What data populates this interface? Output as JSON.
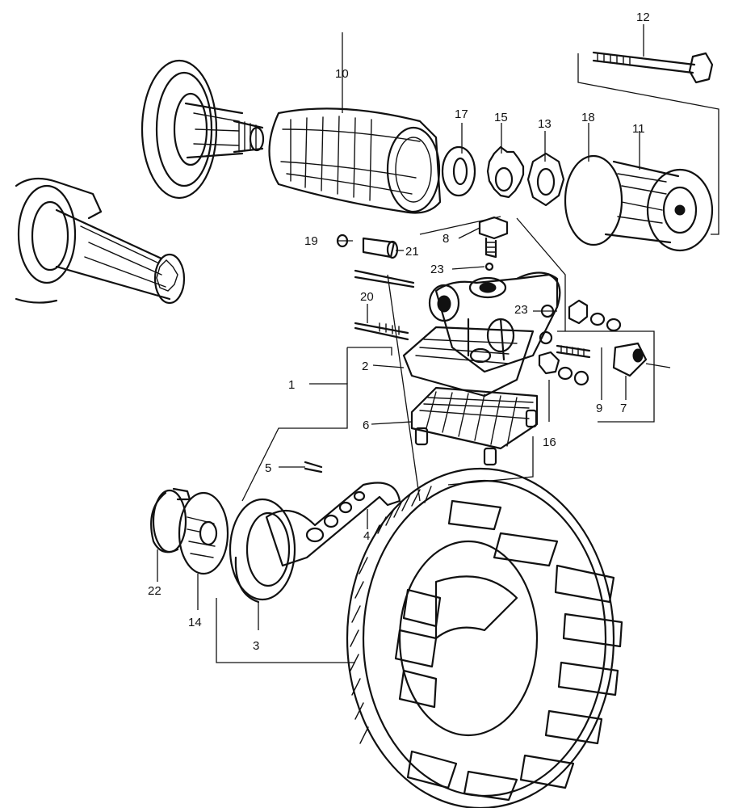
{
  "callouts": [
    {
      "id": "c1",
      "label": "1"
    },
    {
      "id": "c2",
      "label": "2"
    },
    {
      "id": "c3",
      "label": "3"
    },
    {
      "id": "c4",
      "label": "4"
    },
    {
      "id": "c5",
      "label": "5"
    },
    {
      "id": "c6",
      "label": "6"
    },
    {
      "id": "c7",
      "label": "7"
    },
    {
      "id": "c8",
      "label": "8"
    },
    {
      "id": "c9",
      "label": "9"
    },
    {
      "id": "c10",
      "label": "10"
    },
    {
      "id": "c11",
      "label": "11"
    },
    {
      "id": "c12",
      "label": "12"
    },
    {
      "id": "c13",
      "label": "13"
    },
    {
      "id": "c14",
      "label": "14"
    },
    {
      "id": "c15",
      "label": "15"
    },
    {
      "id": "c16",
      "label": "16"
    },
    {
      "id": "c17",
      "label": "17"
    },
    {
      "id": "c18",
      "label": "18"
    },
    {
      "id": "c19",
      "label": "19"
    },
    {
      "id": "c20",
      "label": "20"
    },
    {
      "id": "c21",
      "label": "21"
    },
    {
      "id": "c22",
      "label": "22"
    },
    {
      "id": "c23a",
      "label": "23"
    },
    {
      "id": "c23b",
      "label": "23"
    }
  ]
}
